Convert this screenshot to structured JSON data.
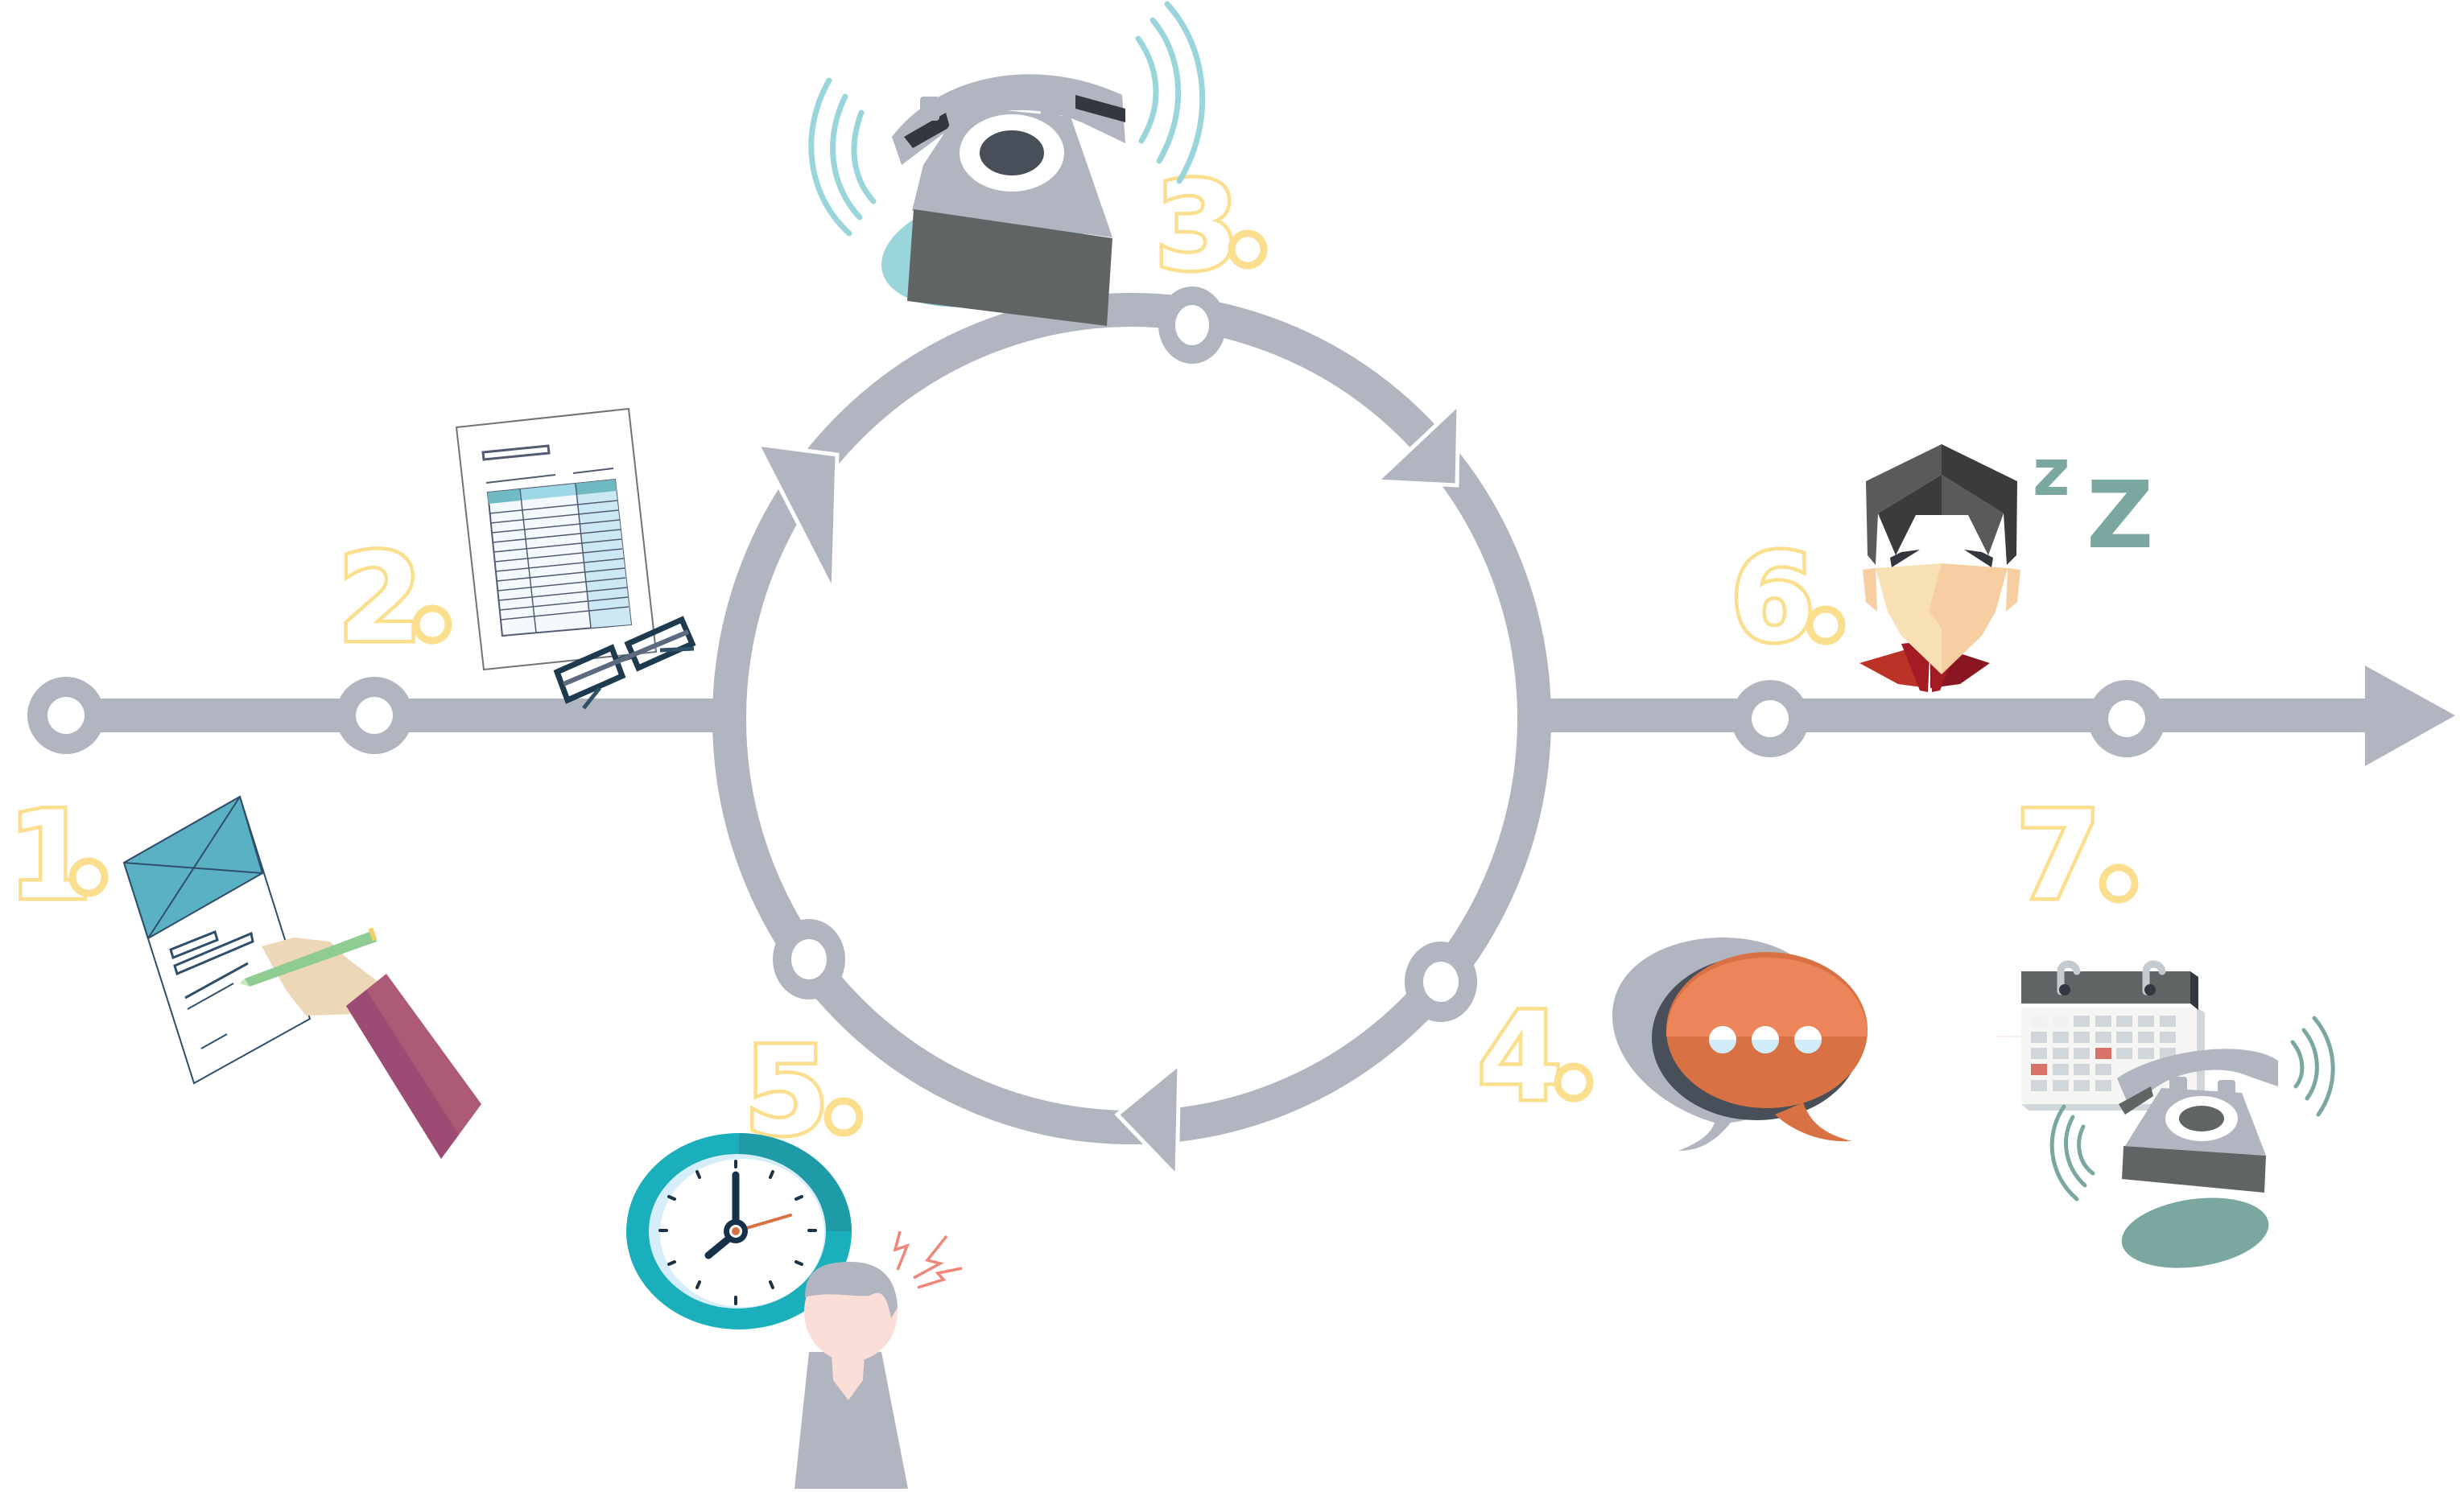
{
  "diagram": {
    "title": "",
    "colors": {
      "track": "#B1B5C0",
      "label_outline": "#FBDF8E",
      "teal_light": "#9AD5DC",
      "teal_dark": "#7AA8A0",
      "orange": "#EC8559",
      "orange_dark": "#D87244",
      "phone_body": "#B1B5C0",
      "phone_base": "#606465",
      "dark": "#323740",
      "clock_ring": "#1BAFBC",
      "hand_sleeve": "#AD5A76",
      "shirt_red": "#A31C24"
    },
    "timeline": {
      "direction": "left-to-right",
      "has_loop": true,
      "loop_direction": "clockwise"
    },
    "steps": [
      {
        "number": "1",
        "label": "1.",
        "icon": "signing-document-icon",
        "position": "axis-left-start"
      },
      {
        "number": "2",
        "label": "2.",
        "icon": "spreadsheet-with-glasses-icon",
        "position": "axis-left"
      },
      {
        "number": "3",
        "label": "3.",
        "icon": "ringing-phone-icon",
        "position": "loop-top"
      },
      {
        "number": "4",
        "label": "4.",
        "icon": "chat-bubbles-icon",
        "position": "loop-lower-right"
      },
      {
        "number": "5",
        "label": "5.",
        "icon": "clock-stressed-person-icon",
        "position": "loop-lower-left"
      },
      {
        "number": "6",
        "label": "6.",
        "icon": "sleeping-man-icon",
        "position": "axis-right"
      },
      {
        "number": "7",
        "label": "7.",
        "icon": "calendar-phone-icon",
        "position": "axis-right-end"
      }
    ],
    "sleep_text": "Z Z",
    "chat_dots": 3,
    "clock_time": "8:00"
  }
}
